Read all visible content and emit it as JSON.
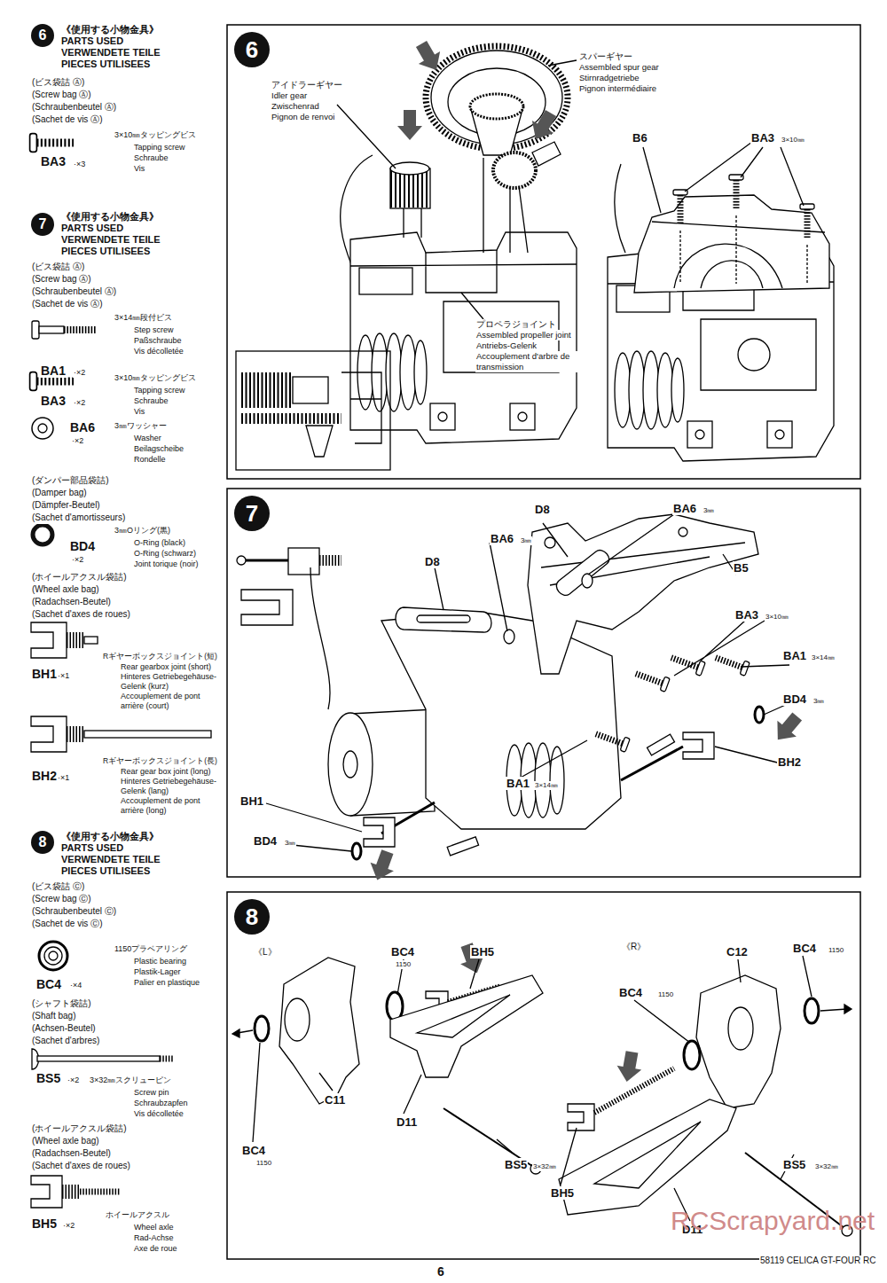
{
  "diagram": {
    "nodes": [
      {
        "text": [
          "6"
        ]
      },
      {
        "text": [
          "6"
        ]
      },
      {
        "text": [
          "7"
        ]
      },
      {
        "text": [
          "7"
        ]
      },
      {
        "text": [
          "8"
        ]
      },
      {
        "text": [
          "8"
        ]
      }
    ],
    "labels": [
      "《使用する小物金具》",
      "PARTS USED",
      "VERWENDETE TEILE",
      "PIECES UTILISEES",
      "(ビス袋詰 Ⓐ)",
      "(Screw bag Ⓐ)",
      "(Schraubenbeutel Ⓐ)",
      "(Sachet de vis Ⓐ)",
      "3×10㎜タッピングビス",
      "Tapping screw",
      "Schraube",
      "Vis",
      "BA3",
      "·×3",
      "《使用する小物金具》",
      "PARTS USED",
      "VERWENDETE TEILE",
      "PIECES UTILISEES",
      "(ビス袋詰 Ⓐ)",
      "(Screw bag Ⓐ)",
      "(Schraubenbeutel Ⓐ)",
      "(Sachet de vis Ⓐ)",
      "3×14㎜段付ビス",
      "Step screw",
      "Paßschraube",
      "Vis décolletée",
      "BA1",
      "·×2",
      "3×10㎜タッピングビス",
      "Tapping screw",
      "Schraube",
      "Vis",
      "BA3",
      "·×2",
      "3㎜ワッシャー",
      "Washer",
      "Beilagscheibe",
      "Rondelle",
      "BA6",
      "·×2",
      "(ダンパー部品袋詰)",
      "(Damper bag)",
      "(Dämpfer-Beutel)",
      "(Sachet d'amortisseurs)",
      "3㎜Oリング(黒)",
      "O-Ring (black)",
      "O-Ring (schwarz)",
      "Joint torique (noir)",
      "BD4",
      "·×2",
      "(ホイールアクスル袋詰)",
      "(Wheel axle bag)",
      "(Radachsen-Beutel)",
      "(Sachet d'axes de roues)",
      "Rギヤーボックスジョイント(短)",
      "Rear gearbox joint (short)",
      "Hinteres Getriebegehäuse-Gelenk (kurz)",
      "Accouplement de pont arrière (court)",
      "BH1",
      "·×1",
      "Rギヤーボックスジョイント(長)",
      "Rear gear box joint (long)",
      "Hinteres Getriebegehäuse-Gelenk (lang)",
      "Accouplement de pont arrière (long)",
      "BH2",
      "·×1",
      "《使用する小物金具》",
      "PARTS USED",
      "VERWENDETE TEILE",
      "PIECES UTILISEES",
      "(ビス袋詰 Ⓒ)",
      "(Screw bag Ⓒ)",
      "(Schraubenbeutel Ⓒ)",
      "(Sachet de vis Ⓒ)",
      "1150プラベアリング",
      "Plastic bearing",
      "Plastik-Lager",
      "Palier en plastique",
      "BC4",
      "·×4",
      "(シャフト袋詰)",
      "(Shaft bag)",
      "(Achsen-Beutel)",
      "(Sachet d'arbres)",
      "BS5",
      "·×2",
      "3×32㎜スクリューピン",
      "Screw pin",
      "Schraubzapfen",
      "Vis décolletée",
      "(ホイールアクスル袋詰)",
      "(Wheel axle bag)",
      "(Radachsen-Beutel)",
      "(Sachet d'axes de roues)",
      "ホイールアクスル",
      "Wheel axle",
      "Rad-Achse",
      "Axe de roue",
      "BH5",
      "·×2",
      "スパーギヤー",
      "Assembled spur gear",
      "Stirnradgetriebe",
      "Pignon intermédiaire",
      "アイドラーギヤー",
      "Idler gear",
      "Zwischenrad",
      "Pignon de renvoi",
      "B6",
      "BA3",
      "3×10㎜",
      "プロペラジョイント",
      "Assembled propeller joint",
      "Antriebs-Gelenk",
      "Accouplement d'arbre de transmission",
      "D8",
      "BA6",
      "3㎜",
      "BA6",
      "3㎜",
      "D8",
      "B5",
      "BA3",
      "3×10㎜",
      "BA1",
      "3×14㎜",
      "BD4",
      "3㎜",
      "BH2",
      "BA1",
      "3×14㎜",
      "BH1",
      "BD4",
      "3㎜",
      "BC4",
      "1150",
      "BH5",
      "《L》",
      "《R》",
      "C12",
      "BC4",
      "1150",
      "BC4",
      "1150",
      "BC4",
      "1150",
      "C11",
      "D11",
      "BS5",
      "3×32㎜",
      "BH5",
      "D11",
      "BS5",
      "3×32㎜",
      "6",
      "58119 CELICA GT-FOUR RC",
      "RCScrapyard.net"
    ]
  }
}
